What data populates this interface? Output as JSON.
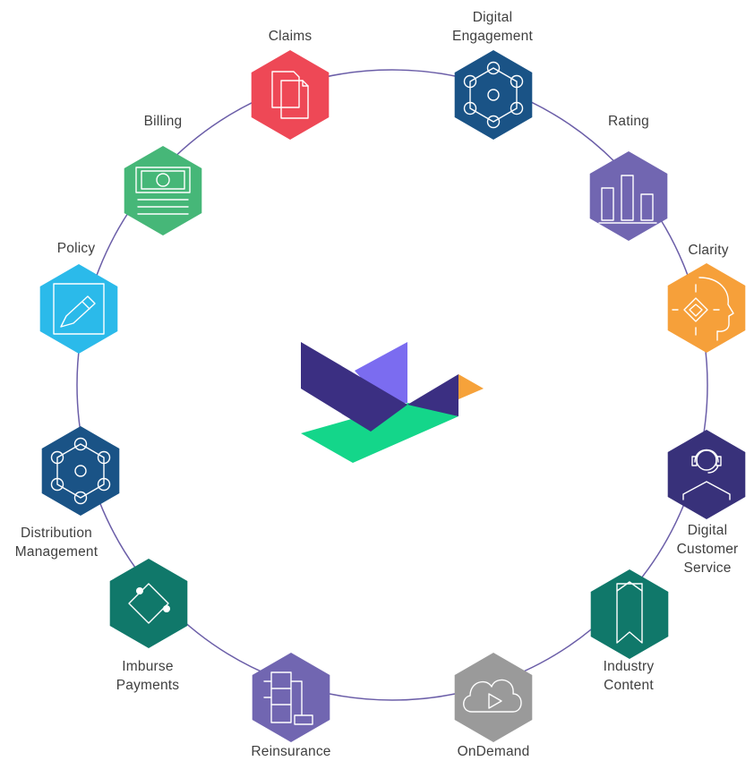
{
  "modules": [
    {
      "id": "claims",
      "lines": [
        "Claims"
      ],
      "color": "#ee4856",
      "icon": "documents-icon"
    },
    {
      "id": "digital-engagement",
      "lines": [
        "Digital",
        "Engagement"
      ],
      "color": "#1a5386",
      "icon": "network-icon"
    },
    {
      "id": "rating",
      "lines": [
        "Rating"
      ],
      "color": "#7166b1",
      "icon": "bar-chart-icon"
    },
    {
      "id": "clarity",
      "lines": [
        "Clarity"
      ],
      "color": "#f6a03a",
      "icon": "head-insight-icon"
    },
    {
      "id": "digital-customer-service",
      "lines": [
        "Digital",
        "Customer",
        "Service"
      ],
      "color": "#38317a",
      "icon": "headset-agent-icon"
    },
    {
      "id": "industry-content",
      "lines": [
        "Industry",
        "Content"
      ],
      "color": "#10786a",
      "icon": "bookmark-icon"
    },
    {
      "id": "ondemand",
      "lines": [
        "OnDemand"
      ],
      "color": "#9a9a9a",
      "icon": "cloud-play-icon"
    },
    {
      "id": "reinsurance",
      "lines": [
        "Reinsurance"
      ],
      "color": "#7166b1",
      "icon": "flowchart-icon"
    },
    {
      "id": "imburse-payments",
      "lines": [
        "Imburse",
        "Payments"
      ],
      "color": "#10786a",
      "icon": "payment-cycle-icon"
    },
    {
      "id": "distribution-management",
      "lines": [
        "Distribution",
        "Management"
      ],
      "color": "#1a5386",
      "icon": "network-icon"
    },
    {
      "id": "policy",
      "lines": [
        "Policy"
      ],
      "color": "#2bbaea",
      "icon": "pen-document-icon"
    },
    {
      "id": "billing",
      "lines": [
        "Billing"
      ],
      "color": "#46b778",
      "icon": "bill-icon"
    }
  ],
  "colors": {
    "ring": "#6b5ea8",
    "logo_dark": "#3b2f82",
    "logo_violet": "#7b6cf0",
    "logo_green": "#14d68a",
    "logo_orange": "#f6a23a"
  }
}
